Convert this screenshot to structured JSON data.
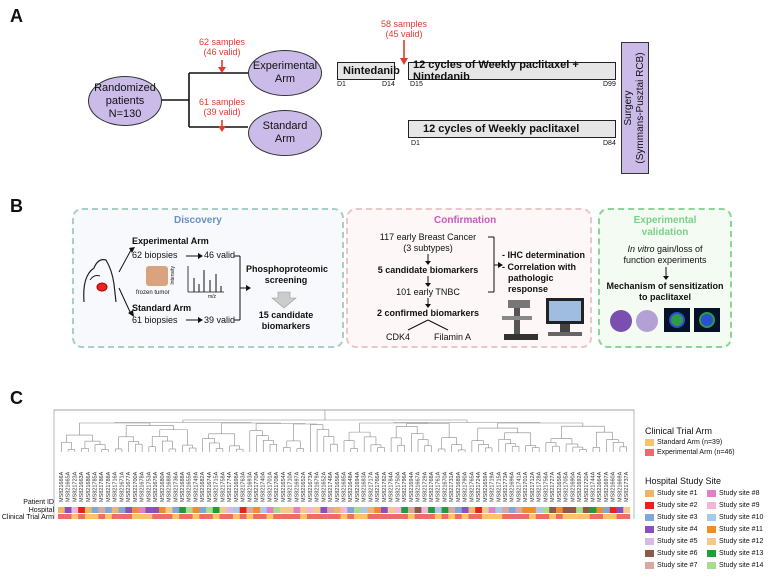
{
  "panel_a": {
    "letter": "A",
    "patients": [
      "Randomized",
      "patients",
      "N=130"
    ],
    "exp_arm": [
      "Experimental",
      "Arm"
    ],
    "std_arm": [
      "Standard",
      "Arm"
    ],
    "exp_samples": [
      "62 samples",
      "(46 valid)"
    ],
    "std_samples": [
      "61 samples",
      "(39 valid)"
    ],
    "d15_samples": [
      "58 samples",
      "(45 valid)"
    ],
    "bar_nintedanib": "Nintedanib",
    "bar_exp_pac": "12 cycles of Weekly paclitaxel + Nintedanib",
    "bar_std_pac": "12 cycles of Weekly paclitaxel",
    "ticks": {
      "d1": "D1",
      "d14": "D14",
      "d15": "D15",
      "d99": "D99",
      "d1b": "D1",
      "d84": "D84"
    },
    "surgery": [
      "Surgery",
      "(Symmans-Pusztai RCB)"
    ],
    "red_color": "#e23b2e",
    "purple_color": "#cbbbe8"
  },
  "panel_b": {
    "letter": "B",
    "discovery": {
      "title": "Discovery",
      "exp_arm": "Experimental Arm",
      "exp_biopsies": "62 biopsies",
      "exp_valid": "46 valid",
      "frozen": "frozen tumor",
      "intensity": "Intensity",
      "mz": "m/z",
      "screening": [
        "Phosphoproteomic",
        "screening"
      ],
      "candidates": [
        "15 candidate",
        "biomarkers"
      ],
      "std_arm": "Standard Arm",
      "std_biopsies": "61 biopsies",
      "std_valid": "39 valid",
      "color": "#6a8fc7"
    },
    "confirmation": {
      "title": "Confirmation",
      "line1": "117 early Breast Cancer",
      "line2": "(3 subtypes)",
      "line3": "5 candidate biomarkers",
      "line4": "101 early TNBC",
      "line5": "2 confirmed biomarkers",
      "cdk4": "CDK4",
      "filamin": "Filamin A",
      "ihc": "- IHC determination",
      "corr1": "- Correlation with",
      "corr2": "pathologic response",
      "color": "#c75bbf"
    },
    "validation": {
      "title": [
        "Experimental",
        "validation"
      ],
      "invitro_italic": "In vitro",
      "invitro_rest": " gain/loss of",
      "invitro2": "function experiments",
      "mech1": "Mechanism of sensitization",
      "mech2": "to paclitaxel",
      "color": "#7ccf8a"
    }
  },
  "panel_c": {
    "letter": "C",
    "row_labels": [
      "Patient ID",
      "Hospital",
      "Clinical Trial Arm"
    ],
    "patient_ids": [
      "MS821666A",
      "MS821665A",
      "MS821723A",
      "MS821663A",
      "MS821686A",
      "MS821785A",
      "MS821786A",
      "MS821788A",
      "MS821716A",
      "MS821671A",
      "MS821677A",
      "MS821700A",
      "MS821678A",
      "MS821753A",
      "MS821676A",
      "MS821680A",
      "MS821688A",
      "MS821736A",
      "MS821688A",
      "MS821655A",
      "MS821749A",
      "MS821682A",
      "MS821674A",
      "MS821715A",
      "MS821758A",
      "MS821774A",
      "MS821698A",
      "MS821763A",
      "MS821693A",
      "MS821770A",
      "MS821740A",
      "MS821701A",
      "MS821708A",
      "MS821654A",
      "MS821710A",
      "MS821697A",
      "MS821652A",
      "MS821673A",
      "MS821679A",
      "MS821652A",
      "MS821748A",
      "MS821656A",
      "MS821685A",
      "MS821648A",
      "MS821694A",
      "MS821683A",
      "MS821717A",
      "MS821766A",
      "MS821782A",
      "MS821784A",
      "MS821750A",
      "MS821796A",
      "MS821694A",
      "MS821667A",
      "MS821729A",
      "MS821768A",
      "MS821761A",
      "MS821670A",
      "MS821731A",
      "MS821689A",
      "MS821790A",
      "MS821765A",
      "MS821724A",
      "MS821659A",
      "MS821719A",
      "MS821715A",
      "MS821773A",
      "MS821696A",
      "MS821741A",
      "MS821701A",
      "MS821712A",
      "MS821728A",
      "MS821756A",
      "MS821727A",
      "MS821656A",
      "MS821705A",
      "MS821690A",
      "MS821692A",
      "MS821720A",
      "MS821744A",
      "MS821664A",
      "MS821697A",
      "MS821660A",
      "MS821669A",
      "MS821737A"
    ],
    "trial_arm_title": "Clinical Trial Arm",
    "standard_label": "Standard Arm (n=39)",
    "experimental_label": "Experimental Arm (n=46)",
    "standard_color": "#f7c36b",
    "experimental_color": "#ef6b6b",
    "hospital_title": "Hospital Study Site",
    "sites": [
      {
        "label": "Study site #1",
        "color": "#f1b56a"
      },
      {
        "label": "Study site #2",
        "color": "#e8221b"
      },
      {
        "label": "Study site #3",
        "color": "#7fa7d8"
      },
      {
        "label": "Study site #4",
        "color": "#8a4fc0"
      },
      {
        "label": "Study site #5",
        "color": "#d9b9e6"
      },
      {
        "label": "Study site #6",
        "color": "#8b5a4a"
      },
      {
        "label": "Study site #7",
        "color": "#d9a8a2"
      },
      {
        "label": "Study site #8",
        "color": "#e37fc6"
      },
      {
        "label": "Study site #9",
        "color": "#f4b6d8"
      },
      {
        "label": "Study site #10",
        "color": "#a9c8ea"
      },
      {
        "label": "Study site #11",
        "color": "#f28a2f"
      },
      {
        "label": "Study site #12",
        "color": "#f4c98e"
      },
      {
        "label": "Study site #13",
        "color": "#1e9e3a"
      },
      {
        "label": "Study site #14",
        "color": "#a8dd8e"
      }
    ]
  }
}
